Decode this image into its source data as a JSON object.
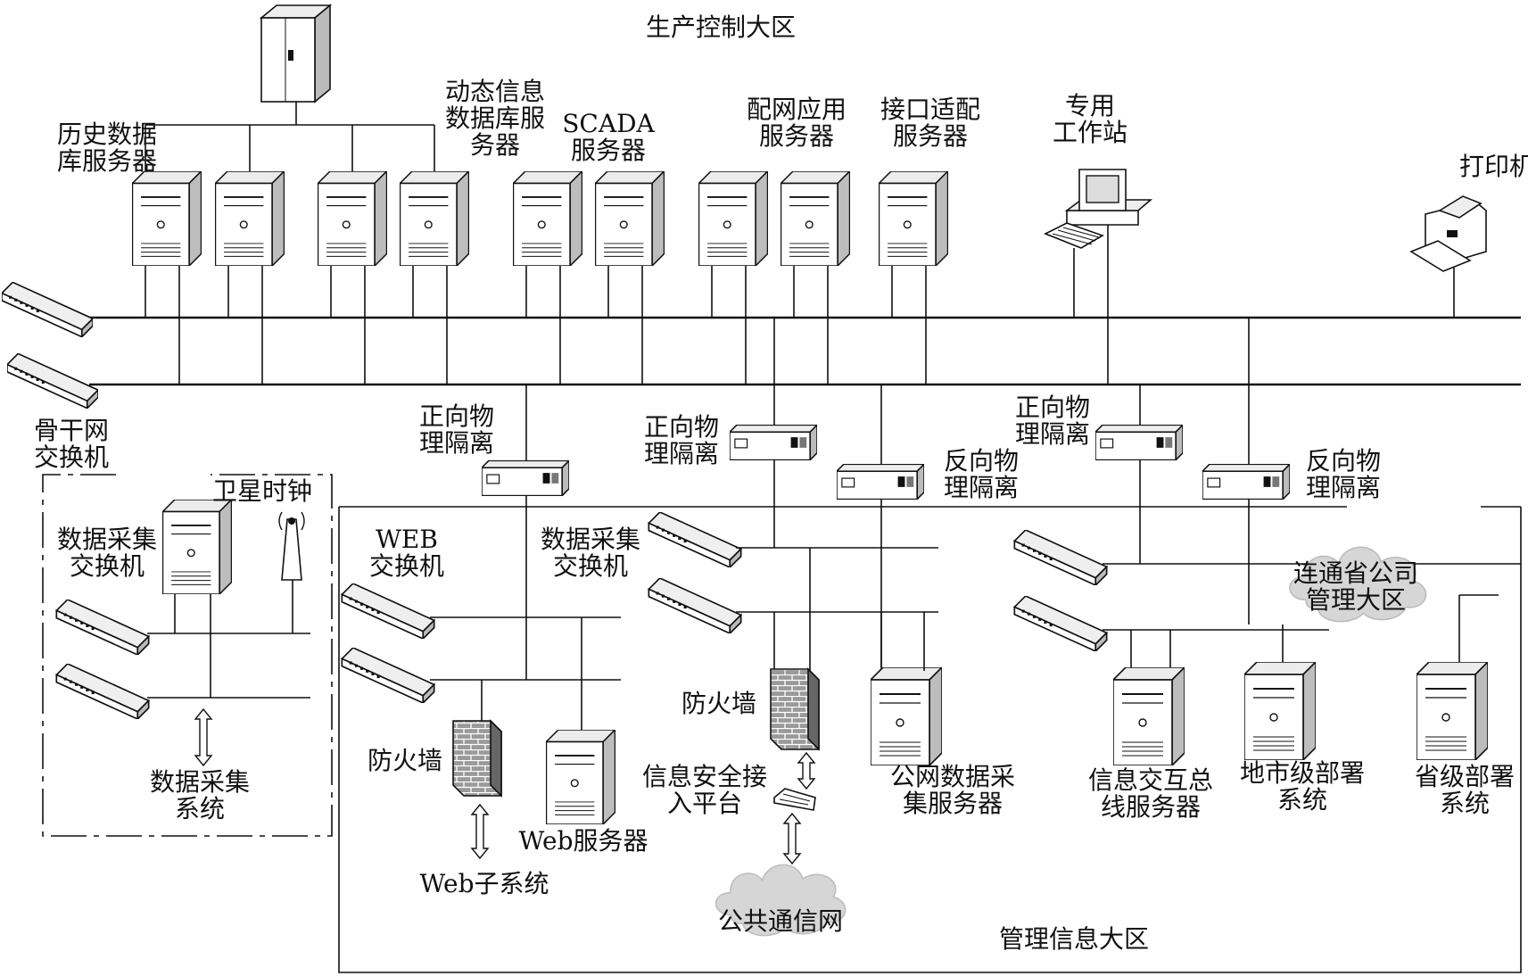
{
  "zones": {
    "production": "生产控制大区",
    "management": "管理信息大区"
  },
  "labels": {
    "history_server": [
      "历史数据",
      "库服务器"
    ],
    "dynamic_server": [
      "动态信息",
      "数据库服",
      "务器"
    ],
    "scada_server": [
      "SCADA",
      "服务器"
    ],
    "dist_app_server": [
      "配网应用",
      "服务器"
    ],
    "interface_server": [
      "接口适配",
      "服务器"
    ],
    "workstation": [
      "专用",
      "工作站"
    ],
    "printer": [
      "打印机"
    ],
    "backbone_switch": [
      "骨干网",
      "交换机"
    ],
    "forward_iso_1": [
      "正向物",
      "理隔离"
    ],
    "forward_iso_2": [
      "正向物",
      "理隔离"
    ],
    "reverse_iso_1": [
      "反向物",
      "理隔离"
    ],
    "forward_iso_3": [
      "正向物",
      "理隔离"
    ],
    "reverse_iso_2": [
      "反向物",
      "理隔离"
    ],
    "sat_clock": [
      "卫星时钟"
    ],
    "daq_switch_left": [
      "数据采集",
      "交换机"
    ],
    "daq_system": [
      "数据采集",
      "系统"
    ],
    "web_switch": [
      "WEB",
      "交换机"
    ],
    "daq_switch_mid": [
      "数据采集",
      "交换机"
    ],
    "firewall_left": [
      "防火墙"
    ],
    "web_subsystem": [
      "Web子系统"
    ],
    "web_server": [
      "Web服务器"
    ],
    "firewall_mid": [
      "防火墙"
    ],
    "sec_access": [
      "信息安全接",
      "入平台"
    ],
    "public_net": [
      "公共通信网"
    ],
    "public_daq_server": [
      "公网数据采",
      "集服务器"
    ],
    "province_link": [
      "连通省公司",
      "管理大区"
    ],
    "info_bus_server": [
      "信息交互总",
      "线服务器"
    ],
    "city_system": [
      "地市级部署",
      "系统"
    ],
    "province_system": [
      "省级部署",
      "系统"
    ]
  },
  "icons": {
    "server": "server-tower-icon",
    "switch": "network-switch-icon",
    "isolator": "isolation-device-icon",
    "firewall": "firewall-icon",
    "cloud": "cloud-icon",
    "printer": "printer-icon",
    "workstation": "workstation-icon",
    "antenna": "satellite-antenna-icon",
    "access": "access-platform-icon"
  },
  "colors": {
    "line": "#111111",
    "device_fill": "#ffffff",
    "device_shade": "#d8d8d8",
    "firewall_fill": "#9a9a9a",
    "cloud_fill": "#d6d6d6"
  }
}
